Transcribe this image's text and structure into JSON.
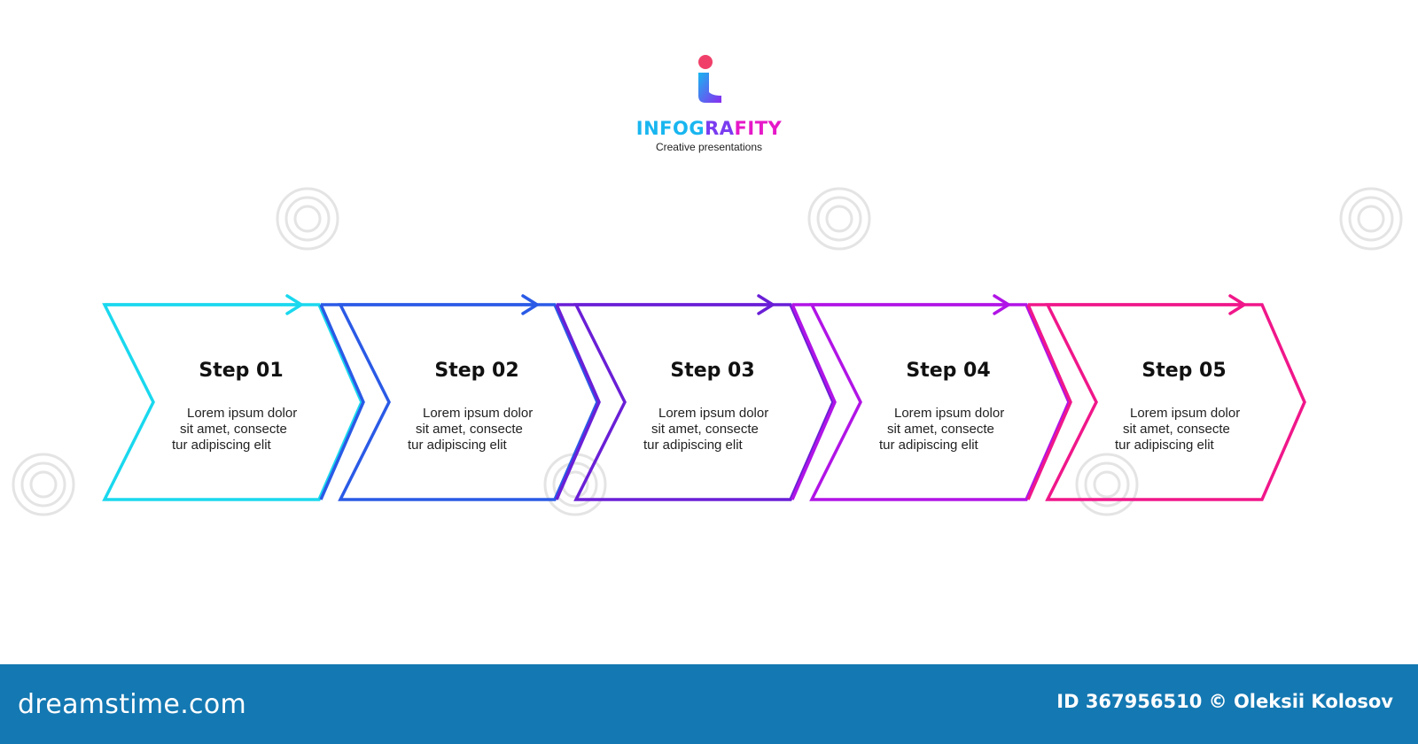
{
  "header": {
    "brand_part1": "INFOG",
    "brand_part2": "RA",
    "brand_part3": "FITY",
    "tagline": "Creative presentations",
    "logo_icon": "letter-i-logo-icon"
  },
  "steps": [
    {
      "title": "Step 01",
      "line1": "Lorem ipsum dolor",
      "line2": "sit amet, consecte",
      "line3": "tur adipiscing elit",
      "color": "#1ad8ee"
    },
    {
      "title": "Step 02",
      "line1": "Lorem ipsum dolor",
      "line2": "sit amet, consecte",
      "line3": "tur adipiscing elit",
      "color": "#2a5ae6"
    },
    {
      "title": "Step 03",
      "line1": "Lorem ipsum dolor",
      "line2": "sit amet, consecte",
      "line3": "tur adipiscing elit",
      "color": "#6a1fd6"
    },
    {
      "title": "Step 04",
      "line1": "Lorem ipsum dolor",
      "line2": "sit amet, consecte",
      "line3": "tur adipiscing elit",
      "color": "#b114e6"
    },
    {
      "title": "Step 05",
      "line1": "Lorem ipsum dolor",
      "line2": "sit amet, consecte",
      "line3": "tur adipiscing elit",
      "color": "#f0178a"
    }
  ],
  "footer": {
    "site": "dreamstime.com",
    "image_id": "ID 367956510 © Oleksii Kolosov",
    "background": "#1478b2"
  }
}
